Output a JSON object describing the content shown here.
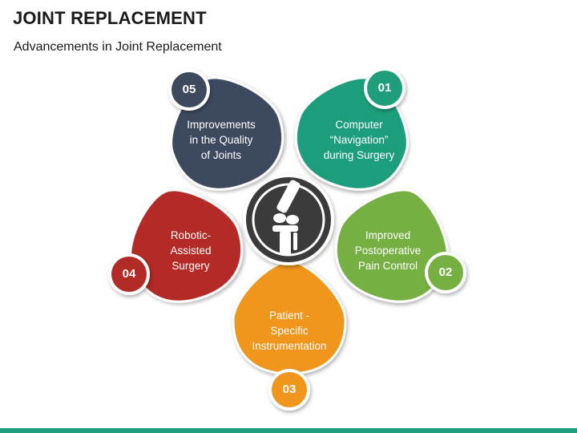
{
  "header": {
    "title": "JOINT REPLACEMENT",
    "subtitle": "Advancements in Joint Replacement"
  },
  "center_icon": "knee-joint-icon",
  "colors": {
    "item_01": "#1f9e7c",
    "item_02": "#76b043",
    "item_03": "#f0961d",
    "item_04": "#b32b27",
    "item_05": "#3d4a5e",
    "center": "#3b3b3b",
    "bottom_bar": "#1f9e7c"
  },
  "items": [
    {
      "number": "01",
      "label": "Computer\n“Navigation”\nduring Surgery"
    },
    {
      "number": "02",
      "label": "Improved\nPostoperative\nPain Control"
    },
    {
      "number": "03",
      "label": "Patient -\nSpecific\nInstrumentation"
    },
    {
      "number": "04",
      "label": "Robotic-\nAssisted\nSurgery"
    },
    {
      "number": "05",
      "label": "Improvements\nin the Quality\nof Joints"
    }
  ]
}
